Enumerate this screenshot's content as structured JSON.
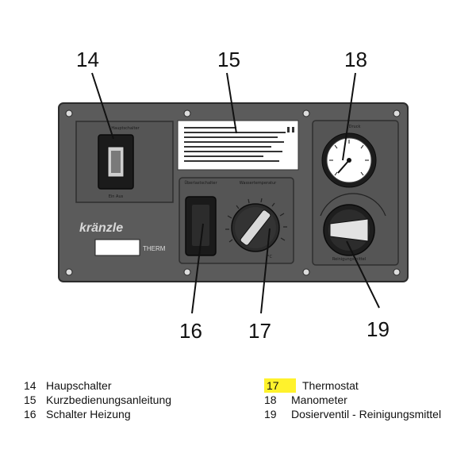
{
  "panel": {
    "brand": "kränzle",
    "model": "THERM",
    "switch_top_label": "Hauptschalter",
    "switch_bottom_label": "Ein  Aus",
    "heater_label": "Überlastschalter",
    "thermostat_label": "Wassertemperatur",
    "thermostat_unit": "°C",
    "gauge_label": "Druck",
    "doser_label": "Reinigungsmittel"
  },
  "callouts": [
    {
      "number": "14"
    },
    {
      "number": "15"
    },
    {
      "number": "18"
    },
    {
      "number": "16"
    },
    {
      "number": "17"
    },
    {
      "number": "19"
    }
  ],
  "legend": {
    "left": [
      {
        "number": "14",
        "label": "Haupschalter"
      },
      {
        "number": "15",
        "label": "Kurzbedienungsanleitung"
      },
      {
        "number": "16",
        "label": "Schalter Heizung"
      }
    ],
    "right": [
      {
        "number": "17",
        "label": "Thermostat",
        "highlight": true
      },
      {
        "number": "18",
        "label": "Manometer"
      },
      {
        "number": "19",
        "label": "Dosierventil - Reinigungsmittel"
      }
    ]
  },
  "colors": {
    "panel": "#5b5b5b",
    "panel_dark": "#4a4a4a",
    "highlight": "#fff22c"
  }
}
